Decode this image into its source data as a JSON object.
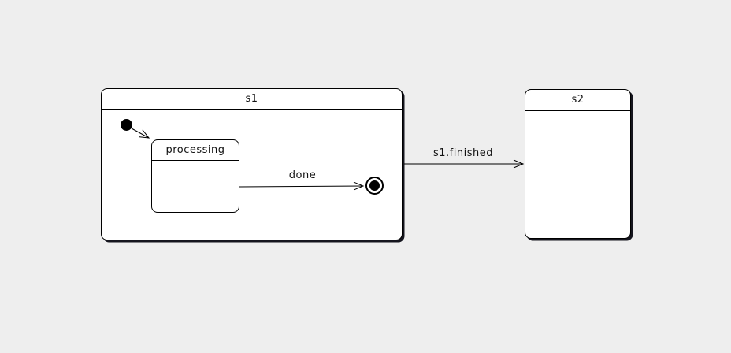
{
  "diagram": {
    "kind": "uml-state-machine"
  },
  "states": {
    "s1": {
      "label": "s1",
      "type": "composite"
    },
    "processing": {
      "label": "processing",
      "type": "simple",
      "parent": "s1"
    },
    "s2": {
      "label": "s2",
      "type": "simple"
    }
  },
  "pseudostates": {
    "initial": {
      "type": "initial",
      "parent": "s1"
    },
    "final": {
      "type": "final",
      "parent": "s1"
    }
  },
  "transitions": {
    "initial_to_processing": {
      "from": "initial",
      "to": "processing",
      "label": ""
    },
    "processing_to_final": {
      "from": "processing",
      "to": "final",
      "label": "done"
    },
    "s1_to_s2": {
      "from": "s1",
      "to": "s2",
      "label": "s1.finished"
    }
  },
  "colors": {
    "background": "#eeeeee",
    "state_fill": "#ffffff",
    "stroke": "#000000",
    "shadow": "#080812"
  }
}
